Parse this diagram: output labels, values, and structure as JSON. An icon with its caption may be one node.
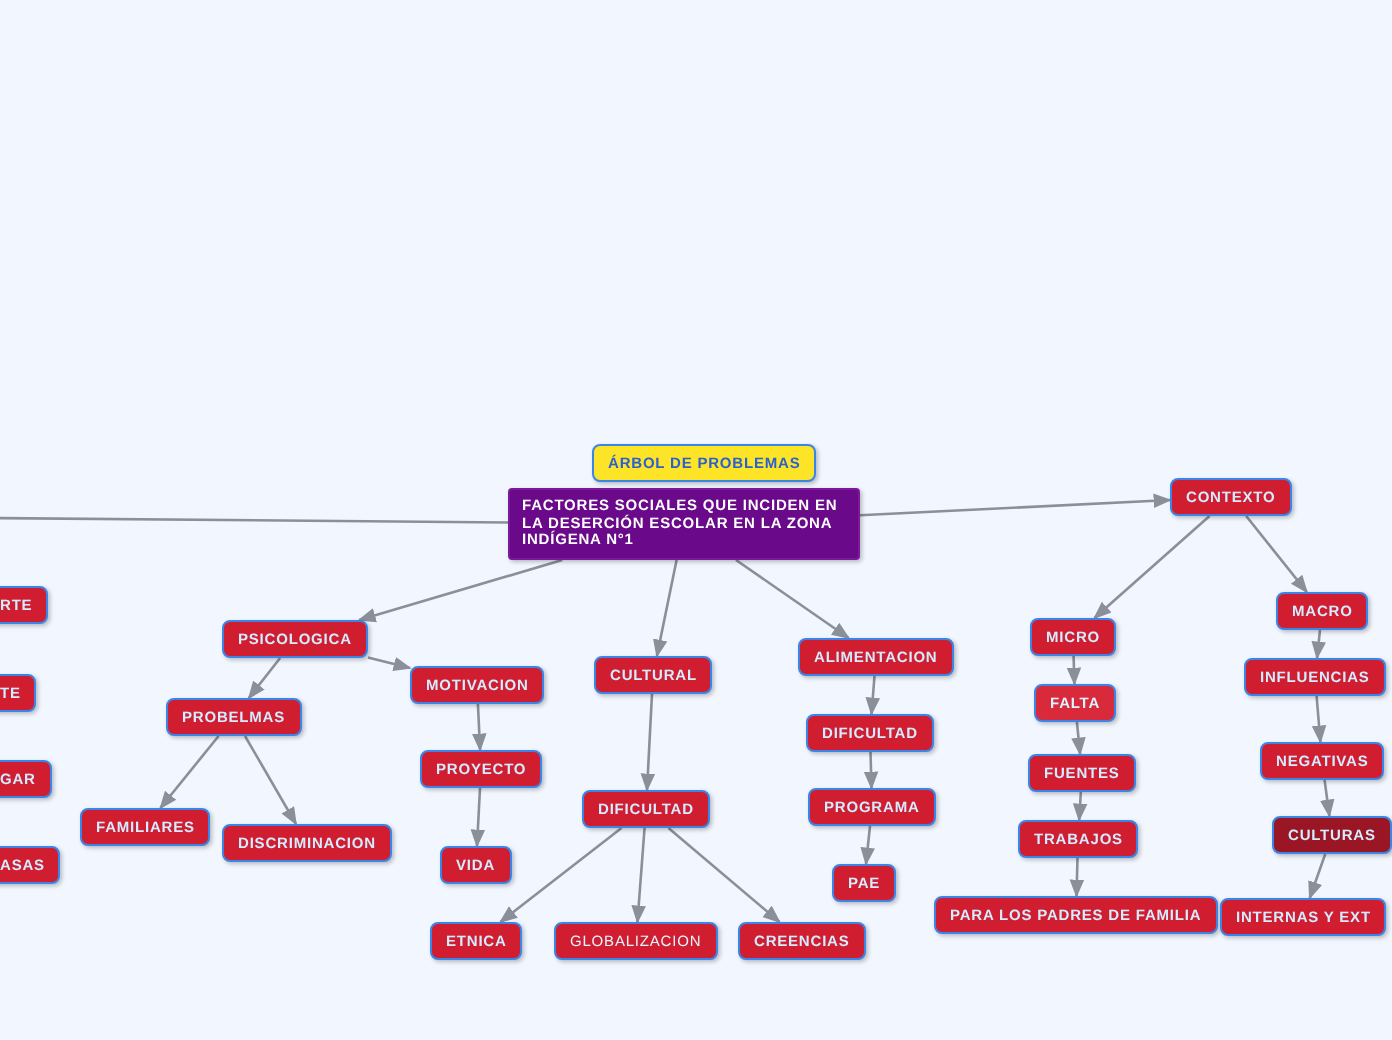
{
  "diagram": {
    "nodes": [
      {
        "text": [
          "ÁRBOL DE PROBLEMAS"
        ]
      },
      {
        "text": [
          "FACTORES SOCIALES QUE INCIDEN EN LA DESERCIÓN ESCOLAR EN LA ZONA INDÍGENA N°1"
        ]
      },
      {
        "text": [
          "PSICOLOGICA"
        ]
      },
      {
        "text": [
          "PROBELMAS"
        ]
      },
      {
        "text": [
          "FAMILIARES"
        ]
      },
      {
        "text": [
          "DISCRIMINACION"
        ]
      },
      {
        "text": [
          "MOTIVACION"
        ]
      },
      {
        "text": [
          "PROYECTO"
        ]
      },
      {
        "text": [
          "VIDA"
        ]
      },
      {
        "text": [
          "CULTURAL"
        ]
      },
      {
        "text": [
          "DIFICULTAD"
        ]
      },
      {
        "text": [
          "ETNICA"
        ]
      },
      {
        "text": [
          "GLOBALIZACION"
        ]
      },
      {
        "text": [
          "CREENCIAS"
        ]
      },
      {
        "text": [
          "ALIMENTACION"
        ]
      },
      {
        "text": [
          "DIFICULTAD"
        ]
      },
      {
        "text": [
          "PROGRAMA"
        ]
      },
      {
        "text": [
          "PAE"
        ]
      },
      {
        "text": [
          "CONTEXTO"
        ]
      },
      {
        "text": [
          "MICRO"
        ]
      },
      {
        "text": [
          "FALTA"
        ]
      },
      {
        "text": [
          "FUENTES"
        ]
      },
      {
        "text": [
          "TRABAJOS"
        ]
      },
      {
        "text": [
          "PARA LOS PADRES DE FAMILIA"
        ]
      },
      {
        "text": [
          "MACRO"
        ]
      },
      {
        "text": [
          "INFLUENCIAS"
        ]
      },
      {
        "text": [
          "NEGATIVAS"
        ]
      },
      {
        "text": [
          "CULTURAS"
        ]
      },
      {
        "text": [
          "INTERNAS Y EXT"
        ]
      },
      {
        "text": [
          "RTE"
        ]
      },
      {
        "text": [
          "TE"
        ]
      },
      {
        "text": [
          "GAR"
        ]
      },
      {
        "text": [
          "ASAS"
        ]
      }
    ],
    "edges": [
      {
        "from": 1,
        "to": null,
        "arrow": "none"
      },
      {
        "from": 1,
        "to": 2,
        "arrow": "to"
      },
      {
        "from": 2,
        "to": 6,
        "arrow": "to"
      },
      {
        "from": 2,
        "to": 3,
        "arrow": "to"
      },
      {
        "from": 3,
        "to": 4,
        "arrow": "to"
      },
      {
        "from": 3,
        "to": 5,
        "arrow": "to"
      },
      {
        "from": 6,
        "to": 7,
        "arrow": "to"
      },
      {
        "from": 7,
        "to": 8,
        "arrow": "to"
      },
      {
        "from": 1,
        "to": 9,
        "arrow": "to"
      },
      {
        "from": 9,
        "to": 10,
        "arrow": "to"
      },
      {
        "from": 10,
        "to": 11,
        "arrow": "to"
      },
      {
        "from": 10,
        "to": 12,
        "arrow": "to"
      },
      {
        "from": 10,
        "to": 13,
        "arrow": "to"
      },
      {
        "from": 1,
        "to": 14,
        "arrow": "to"
      },
      {
        "from": 14,
        "to": 15,
        "arrow": "to"
      },
      {
        "from": 15,
        "to": 16,
        "arrow": "to"
      },
      {
        "from": 16,
        "to": 17,
        "arrow": "to"
      },
      {
        "from": 1,
        "to": 18,
        "arrow": "to"
      },
      {
        "from": 18,
        "to": 19,
        "arrow": "to"
      },
      {
        "from": 19,
        "to": 20,
        "arrow": "to"
      },
      {
        "from": 20,
        "to": 21,
        "arrow": "to"
      },
      {
        "from": 21,
        "to": 22,
        "arrow": "to"
      },
      {
        "from": 22,
        "to": 23,
        "arrow": "to"
      },
      {
        "from": 18,
        "to": 24,
        "arrow": "to"
      },
      {
        "from": 24,
        "to": 25,
        "arrow": "to"
      },
      {
        "from": 25,
        "to": 26,
        "arrow": "to"
      },
      {
        "from": 26,
        "to": 27,
        "arrow": "to"
      },
      {
        "from": 27,
        "to": 28,
        "arrow": "to"
      }
    ]
  }
}
